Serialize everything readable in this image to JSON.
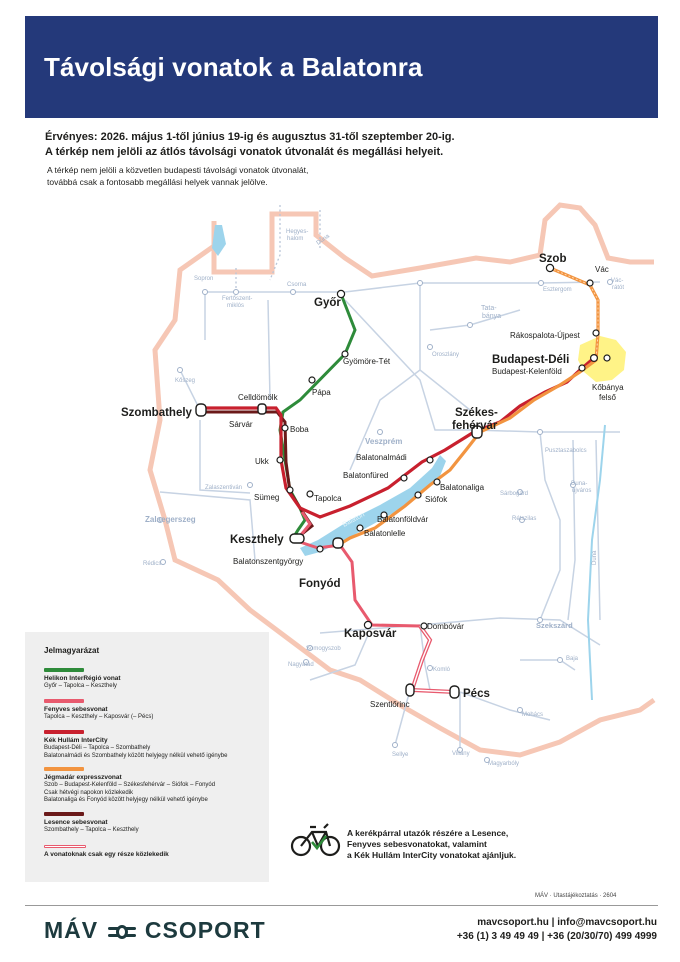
{
  "title": "Távolsági vonatok a Balatonra",
  "intro": {
    "validity": "Érvényes: 2026. május 1-től június 19-ig és augusztus 31-től szeptember 20-ig.",
    "warning": "A térkép nem jelöli az átlós távolsági vonatok útvonalát és megállási helyeit.",
    "note_1": "A térkép nem jelöli a közvetlen budapesti távolsági vonatok útvonalát,",
    "note_2": "továbbá csak a fontosabb megállási helyek vannak jelölve."
  },
  "colors": {
    "header": "#24397a",
    "helikon": "#2e8b3a",
    "fenyves": "#e85a6e",
    "kek_hullam": "#c8202e",
    "jelmagyar": "#f29440",
    "lesence": "#6b1a1a",
    "partial": "#e85a6e",
    "lake": "#9dd4ec",
    "budapest": "#fff27a",
    "border": "#f6c7b5"
  },
  "map": {
    "major_labels": {
      "szombathely": "Szombathely",
      "gyor": "Győr",
      "szob": "Szob",
      "budapest_deli": "Budapest-Déli",
      "szekesfehervar_1": "Székes-",
      "szekesfehervar_2": "fehérvár",
      "keszthely": "Keszthely",
      "fonyod": "Fonyód",
      "kaposvar": "Kaposvár",
      "pecs": "Pécs"
    },
    "station_labels": {
      "vac": "Vác",
      "rakospalota": "Rákospalota-Újpest",
      "kelenfold": "Budapest-Kelenföld",
      "kobanya_1": "Kőbánya",
      "kobanya_2": "felső",
      "gyomore": "Gyömöre-Tét",
      "papa": "Pápa",
      "celldomolk": "Celldömölk",
      "sarvar": "Sárvár",
      "boba": "Boba",
      "ukk": "Ukk",
      "sumeg": "Sümeg",
      "tapolca": "Tapolca",
      "balatonalmadi": "Balatonalmádi",
      "balatonfured": "Balatonfüred",
      "balatonaliga": "Balatonaliga",
      "siofok": "Siófok",
      "balatonfoldvar": "Balatonföldvár",
      "balatonlelle": "Balatonlelle",
      "balatonszentgyorgy": "Balatonszentgyörgy",
      "dombovar": "Dombóvár",
      "szentlorinc": "Szentlőrinc"
    },
    "faint_labels": {
      "hegyeshalom_1": "Hegyes-",
      "hegyeshalom_2": "halom",
      "duna_top": "Duna",
      "fertoszent_1": "Fertőszent-",
      "fertoszent_2": "miklós",
      "sopron": "Sopron",
      "csorna": "Csorna",
      "koszeg": "Kőszeg",
      "esztergom": "Esztergom",
      "vac_ret_1": "Vác-",
      "vac_ret_2": "rátót",
      "tata_1": "Tata-",
      "tata_2": "bánya",
      "oroszlany": "Oroszlány",
      "veszprem": "Veszprém",
      "pusztaszabolcs": "Pusztaszabolcs",
      "zalaszentivan": "Zalaszentiván",
      "zalaegerszeg": "Zalaegerszeg",
      "rede": "Rédics",
      "sarbogard": "Sárbogárd",
      "dunaujvaros_1": "Duna-",
      "dunaujvaros_2": "újváros",
      "retszilas": "Rétszilas",
      "duna_mid": "Duna",
      "kaposfo": "Somogyszob",
      "nagyatad": "Nagyatád",
      "szekszard": "Szekszárd",
      "baja": "Baja",
      "komlo": "Komló",
      "mohacs": "Mohács",
      "sellye": "Sellye",
      "villany": "Villány",
      "magyarboly": "Magyarbóly",
      "lake_name": "Balaton"
    }
  },
  "legend": {
    "title": "Jelmagyarázat",
    "items": [
      {
        "name": "Helikon InterRégió vonat",
        "route": "Győr – Tapolca – Keszthely",
        "extra_1": "",
        "extra_2": "",
        "color": "#2e8b3a"
      },
      {
        "name": "Fenyves sebesvonat",
        "route": "Tapolca – Keszthely – Kaposvár (– Pécs)",
        "extra_1": "",
        "extra_2": "",
        "color": "#e85a6e"
      },
      {
        "name": "Kék Hullám InterCity",
        "route": "Budapest-Déli – Tapolca – Szombathely",
        "extra_1": "Balatonalmádi és Szombathely között helyjegy nélkül vehető igénybe",
        "extra_2": "",
        "color": "#c8202e"
      },
      {
        "name": "Jégmadár expresszvonat",
        "route": "Szob – Budapest-Kelenföld – Székesfehérvár – Siófok – Fonyód",
        "extra_1": "Csak hétvégi napokon közlekedik",
        "extra_2": "Balatonaliga és Fonyód között helyjegy nélkül vehető igénybe",
        "color": "#f29440"
      },
      {
        "name": "Lesence sebesvonat",
        "route": "Szombathely – Tapolca – Keszthely",
        "extra_1": "",
        "extra_2": "",
        "color": "#6b1a1a"
      },
      {
        "name": "A vonatoknak csak egy része közlekedik",
        "route": "",
        "extra_1": "",
        "extra_2": "",
        "color": "#e85a6e"
      }
    ]
  },
  "bike_note": {
    "line_1": "A kerékpárral utazók részére a Lesence,",
    "line_2": "Fenyves sebesvonatokat, valamint",
    "line_3": "a Kék Hullám InterCity vonatokat ajánljuk."
  },
  "source": "MÁV · Utastájékoztatás · 2604",
  "footer": {
    "logo_left": "MÁV",
    "logo_right": "CSOPORT",
    "contact_1": "mavcsoport.hu | info@mavcsoport.hu",
    "contact_2": "+36 (1) 3 49 49 49 | +36 (20/30/70) 499 4999"
  }
}
